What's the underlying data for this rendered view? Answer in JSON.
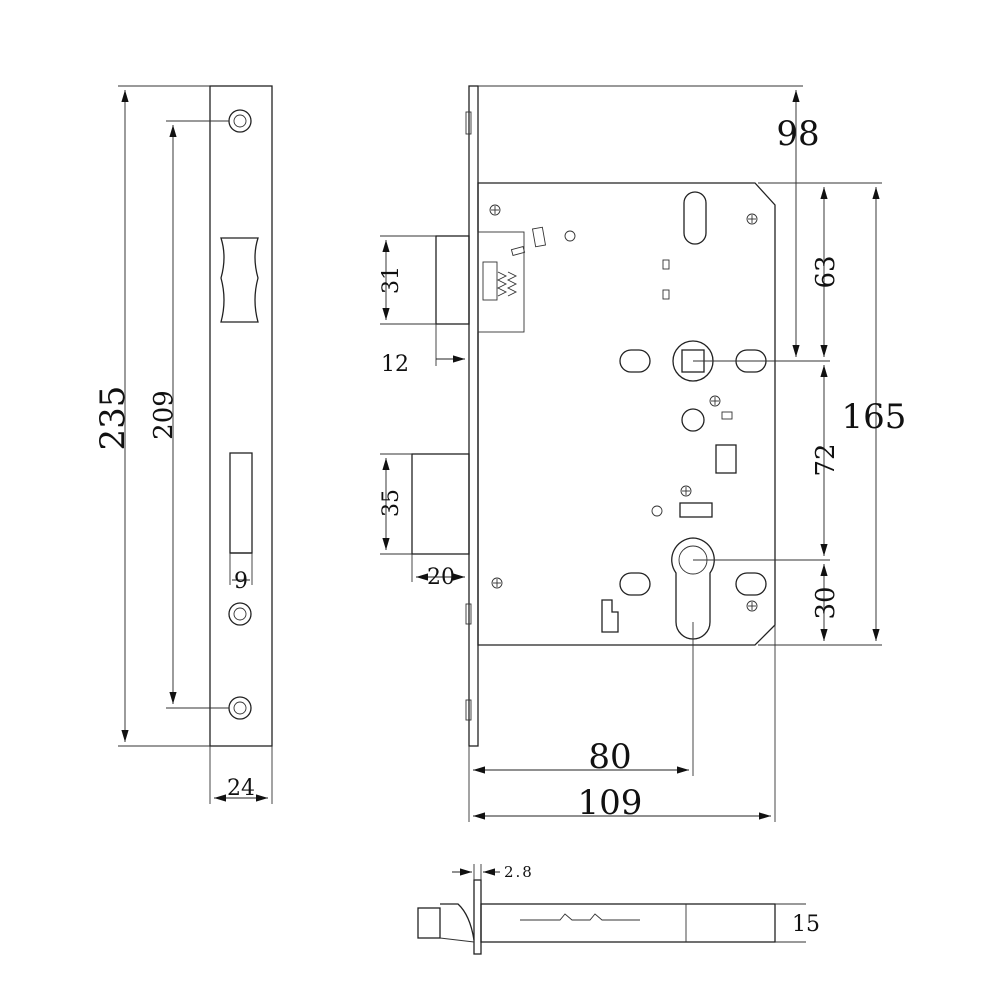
{
  "dimensions": {
    "faceplate_length": "235",
    "screw_spacing": "209",
    "faceplate_width": "24",
    "slot_width": "9",
    "backset_to_handle": "98",
    "height_top_to_handle": "63",
    "case_height": "165",
    "handle_to_cylinder": "72",
    "cylinder_to_bottom": "30",
    "latch_height": "31",
    "latch_projection": "12",
    "bolt_height": "35",
    "bolt_projection": "20",
    "backset": "80",
    "case_depth": "109",
    "faceplate_thickness": "2.8",
    "body_thickness": "15"
  },
  "colors": {
    "line": "#222222",
    "background": "#ffffff"
  }
}
